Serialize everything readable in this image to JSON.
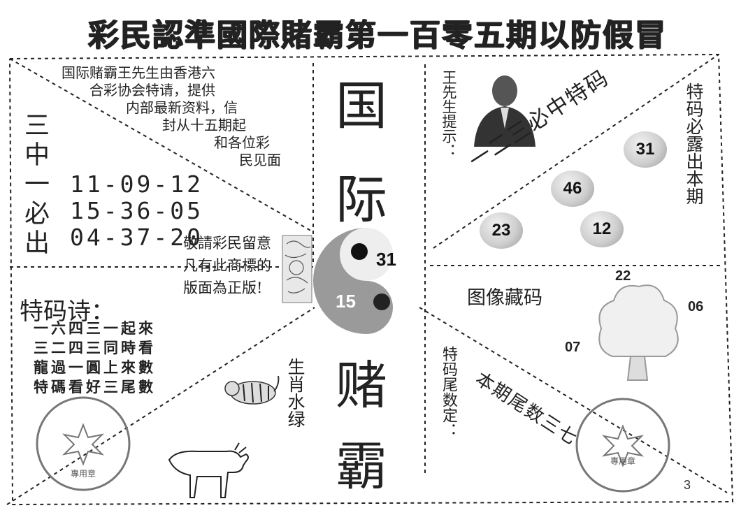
{
  "header": {
    "title": "彩民認準國際賭霸第一百零五期以防假冒"
  },
  "intro": {
    "lines": [
      "国际赌霸王先生由香港六",
      "合彩协会特请，提供",
      "内部最新资料，信",
      "封从十五期起",
      "和各位彩",
      "民见面"
    ]
  },
  "sanzhong": {
    "label": "三中一必出",
    "numbers": [
      "11-09-12",
      "15-36-05",
      "04-37-20"
    ]
  },
  "notice": {
    "lines": [
      "敬請彩民留意",
      "凡有此商標的",
      "版面為正版!"
    ]
  },
  "poem": {
    "title": "特码诗：",
    "lines": [
      "一六四三一起來",
      "三二四三同時看",
      "龍過一圓上來數",
      "特碼看好三尾數"
    ]
  },
  "center": {
    "chars": [
      "国",
      "际",
      "赌",
      "霸"
    ],
    "yinyang_numbers": [
      "31",
      "15"
    ]
  },
  "shengxiao": {
    "text": "生肖水绿"
  },
  "wang": {
    "text": "王先生提示："
  },
  "diagonal_top": {
    "text": "一二三必中特码"
  },
  "tema_bilu": {
    "text": "特码必露出本期"
  },
  "balls": [
    "31",
    "46",
    "23",
    "12"
  ],
  "tuxiang": {
    "text": "图像藏码",
    "numbers": [
      "22",
      "06",
      "07"
    ]
  },
  "weishu": {
    "text": "特码尾数定："
  },
  "diagonal_bottom": {
    "text": "本期尾数三七"
  },
  "stamp": {
    "label": "專用章"
  },
  "pagemark": "3",
  "colors": {
    "ink": "#222222",
    "paper": "#ffffff",
    "ball": "#cfcfcf"
  }
}
